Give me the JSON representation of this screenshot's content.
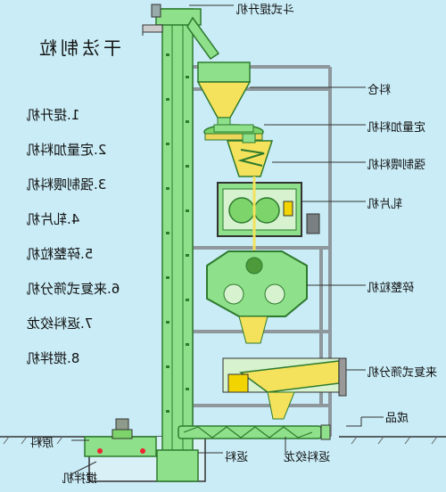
{
  "title": "干法制粒",
  "legend": [
    {
      "num": "1.",
      "text": "提升机"
    },
    {
      "num": "2.",
      "text": "定量加料机"
    },
    {
      "num": "3.",
      "text": "强制喂料机"
    },
    {
      "num": "4.",
      "text": "轧片机"
    },
    {
      "num": "5.",
      "text": "碎整粒机"
    },
    {
      "num": "6.",
      "text": "来复式筛分机"
    },
    {
      "num": "7.",
      "text": "返料绞龙"
    },
    {
      "num": "8.",
      "text": "搅拌机"
    }
  ],
  "labels": {
    "bucket_elevator": "斗式提升机",
    "silo": "料仓",
    "feeder": "定量加料机",
    "force_feeder": "强制喂料机",
    "roller": "轧片机",
    "granulator": "碎整粒机",
    "screen": "来复式筛分机",
    "product": "成品",
    "raw": "原料",
    "mixer": "搅拌机",
    "return": "返料",
    "return_auger": "返料绞龙"
  },
  "colors": {
    "background": "#c9ecf6",
    "machine_green": "#7cd46a",
    "dark_green": "#2f8a2e",
    "material_yellow": "#f4e25c",
    "frame_gray": "#9aa3a8",
    "yellow_motor": "#f2d400"
  }
}
